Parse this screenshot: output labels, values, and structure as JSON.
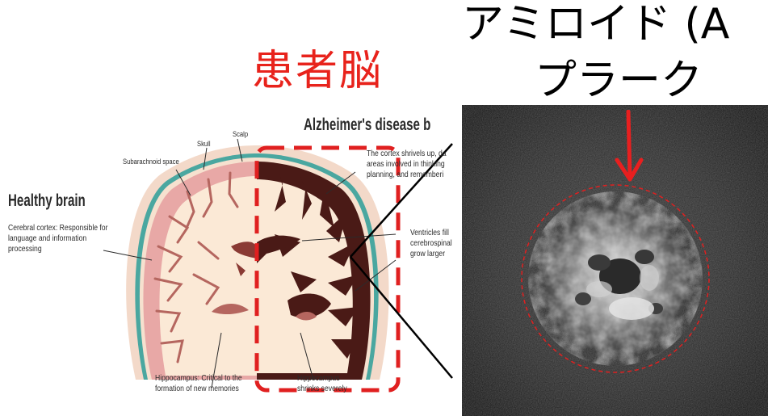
{
  "headings": {
    "patient_brain": "患者脳",
    "amyloid": "アミロイド (A",
    "plaque": "プラーク"
  },
  "diagram": {
    "scalp": "Scalp",
    "skull": "Skull",
    "subarachnoid": "Subarachnoid space",
    "healthy_title": "Healthy brain",
    "cortex_text": [
      "Cerebral cortex: Responsible for",
      "language and information",
      "processing"
    ],
    "alz_title": "Alzheimer's disease b",
    "shrivel_text": [
      "The cortex shrivels up, da",
      "areas involved in thinking",
      "planning, and rememberi"
    ],
    "ventricle_text": [
      "Ventricles fill",
      "cerebrospinal",
      "grow larger"
    ],
    "hippo_healthy": [
      "Hippocampus: Critical to the",
      "formation of new memories"
    ],
    "hippo_alz": [
      "Hippocampus",
      "shrinks severely"
    ]
  },
  "colors": {
    "heading_red": "#e8231c",
    "highlight_dash": "#e02020",
    "arrow_red": "#e81f1f",
    "scalp_fill": "#f3d9c9",
    "skull_band": "#4aa7a0",
    "cortex_pink": "#e8a8a6",
    "white_matter": "#fbe9d6",
    "alz_dark": "#4a1a16"
  }
}
